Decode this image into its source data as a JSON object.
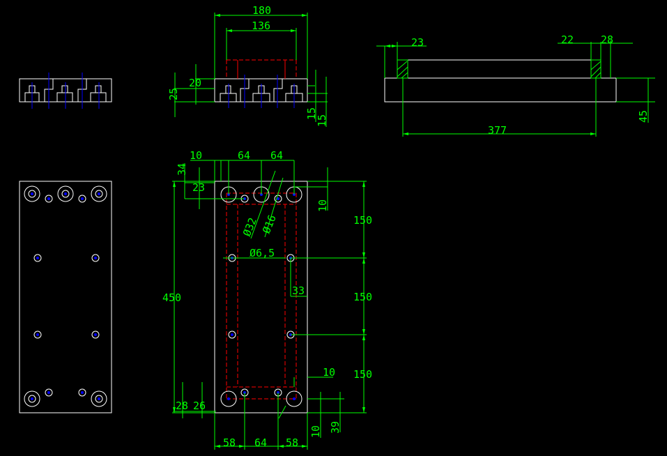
{
  "drawing": {
    "colors": {
      "background": "#000000",
      "outline": "#ffffff",
      "dimension": "#00ff00",
      "hidden": "#ff0000",
      "center": "#0000ff"
    },
    "front_view": {
      "dims": {
        "overall_width": "180",
        "inner_width": "136",
        "height_a": "20",
        "height_b": "25",
        "right_a": "15",
        "right_b": "15"
      }
    },
    "side_view": {
      "dims": {
        "left": "23",
        "right_a": "22",
        "right_b": "28",
        "length": "377",
        "height": "45"
      }
    },
    "plan_view": {
      "dims": {
        "left_offset": "10",
        "pitch_a": "64",
        "pitch_b": "64",
        "top_a": "34",
        "top_b": "23",
        "top_right": "10",
        "hole_large": "Ø32",
        "hole_small": "Ø16",
        "hole_mount": "Ø6,5",
        "inset": "33",
        "seg1": "150",
        "seg2": "150",
        "seg3": "150",
        "total_length": "450",
        "bottom_right_small": "10",
        "bottom_a": "28",
        "bottom_b": "26",
        "bottom_right_a": "10",
        "bottom_right_b": "39",
        "bottom_w1": "58",
        "bottom_w2": "64",
        "bottom_w3": "58"
      }
    }
  }
}
